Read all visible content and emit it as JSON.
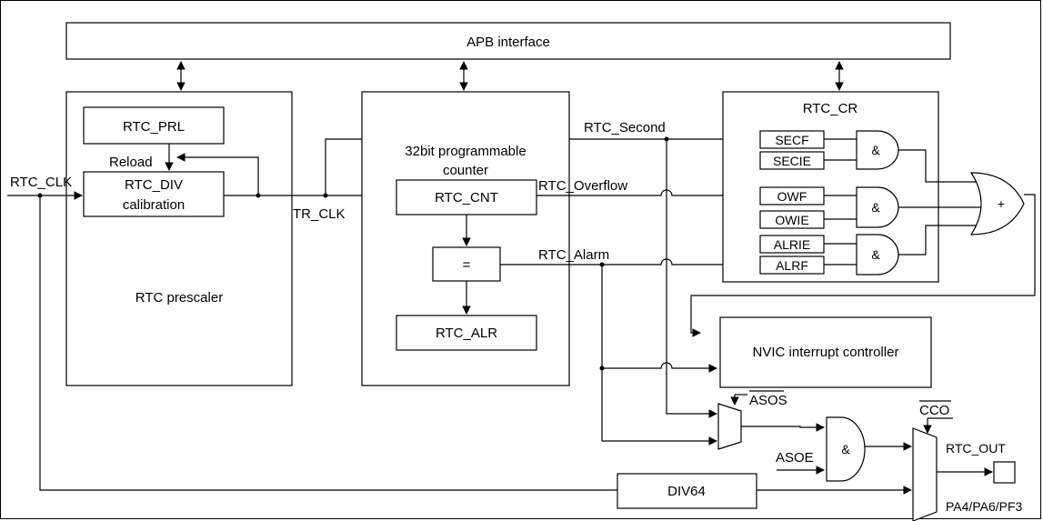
{
  "blocks": {
    "apb": "APB interface",
    "prescaler": "RTC prescaler",
    "rtc_prl": "RTC_PRL",
    "reload": "Reload",
    "rtc_div_1": "RTC_DIV",
    "rtc_div_2": "calibration",
    "counter_1": "32bit programmable",
    "counter_2": "counter",
    "rtc_cnt": "RTC_CNT",
    "compare": "=",
    "rtc_alr": "RTC_ALR",
    "rtc_cr": "RTC_CR",
    "secf": "SECF",
    "secie": "SECIE",
    "owf": "OWF",
    "owie": "OWIE",
    "alrie": "ALRIE",
    "alrf": "ALRF",
    "nvic": "NVIC interrupt controller",
    "div64": "DIV64",
    "out_pad_label": "PA4/PA6/PF3"
  },
  "gate_symbols": {
    "and": "&",
    "or": "+"
  },
  "signals": {
    "rtc_clk": "RTC_CLK",
    "tr_clk": "TR_CLK",
    "rtc_second": "RTC_Second",
    "rtc_overflow": "RTC_Overflow",
    "rtc_alarm": "RTC_Alarm",
    "asos": "ASOS",
    "asoe": "ASOE",
    "cco": "CCO",
    "rtc_out": "RTC_OUT"
  }
}
